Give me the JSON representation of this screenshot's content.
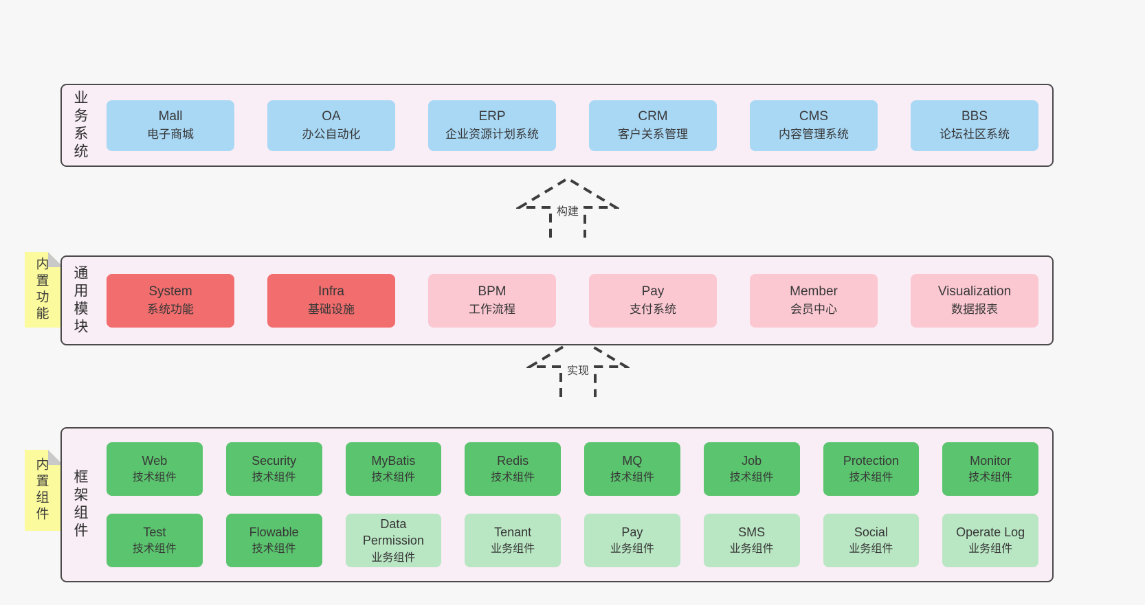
{
  "palette": {
    "page_bg": "#f7f7f7",
    "panel_bg": "#f9edf6",
    "panel_border": "#4a4a4a",
    "blue_box": "#a9d8f5",
    "red_box": "#f26d6d",
    "pink_box": "#fbc8d2",
    "green_box": "#5bc46e",
    "light_green_box": "#b9e6c3",
    "sticky_tag": "#fbfa9d",
    "tag_fold": "#c9c9c9",
    "text": "#373737"
  },
  "layers": {
    "business": {
      "label": "业务系统",
      "boxes": [
        {
          "name": "Mall",
          "desc": "电子商城"
        },
        {
          "name": "OA",
          "desc": "办公自动化"
        },
        {
          "name": "ERP",
          "desc": "企业资源计划系统"
        },
        {
          "name": "CRM",
          "desc": "客户关系管理"
        },
        {
          "name": "CMS",
          "desc": "内容管理系统"
        },
        {
          "name": "BBS",
          "desc": "论坛社区系统"
        }
      ]
    },
    "modules": {
      "label": "通用模块",
      "tag": "内置功能",
      "boxes": [
        {
          "name": "System",
          "desc": "系统功能"
        },
        {
          "name": "Infra",
          "desc": "基础设施"
        },
        {
          "name": "BPM",
          "desc": "工作流程"
        },
        {
          "name": "Pay",
          "desc": "支付系统"
        },
        {
          "name": "Member",
          "desc": "会员中心"
        },
        {
          "name": "Visualization",
          "desc": "数据报表"
        }
      ]
    },
    "framework": {
      "label": "框架组件",
      "tag": "内置组件",
      "boxes": [
        {
          "name": "Web",
          "desc": "技术组件"
        },
        {
          "name": "Security",
          "desc": "技术组件"
        },
        {
          "name": "MyBatis",
          "desc": "技术组件"
        },
        {
          "name": "Redis",
          "desc": "技术组件"
        },
        {
          "name": "MQ",
          "desc": "技术组件"
        },
        {
          "name": "Job",
          "desc": "技术组件"
        },
        {
          "name": "Protection",
          "desc": "技术组件"
        },
        {
          "name": "Monitor",
          "desc": "技术组件"
        },
        {
          "name": "Test",
          "desc": "技术组件"
        },
        {
          "name": "Flowable",
          "desc": "技术组件"
        },
        {
          "name": "Data Permission",
          "desc": "业务组件"
        },
        {
          "name": "Tenant",
          "desc": "业务组件"
        },
        {
          "name": "Pay",
          "desc": "业务组件"
        },
        {
          "name": "SMS",
          "desc": "业务组件"
        },
        {
          "name": "Social",
          "desc": "业务组件"
        },
        {
          "name": "Operate Log",
          "desc": "业务组件"
        }
      ]
    }
  },
  "arrows": {
    "build": {
      "label": "构建"
    },
    "implement": {
      "label": "实现"
    }
  }
}
